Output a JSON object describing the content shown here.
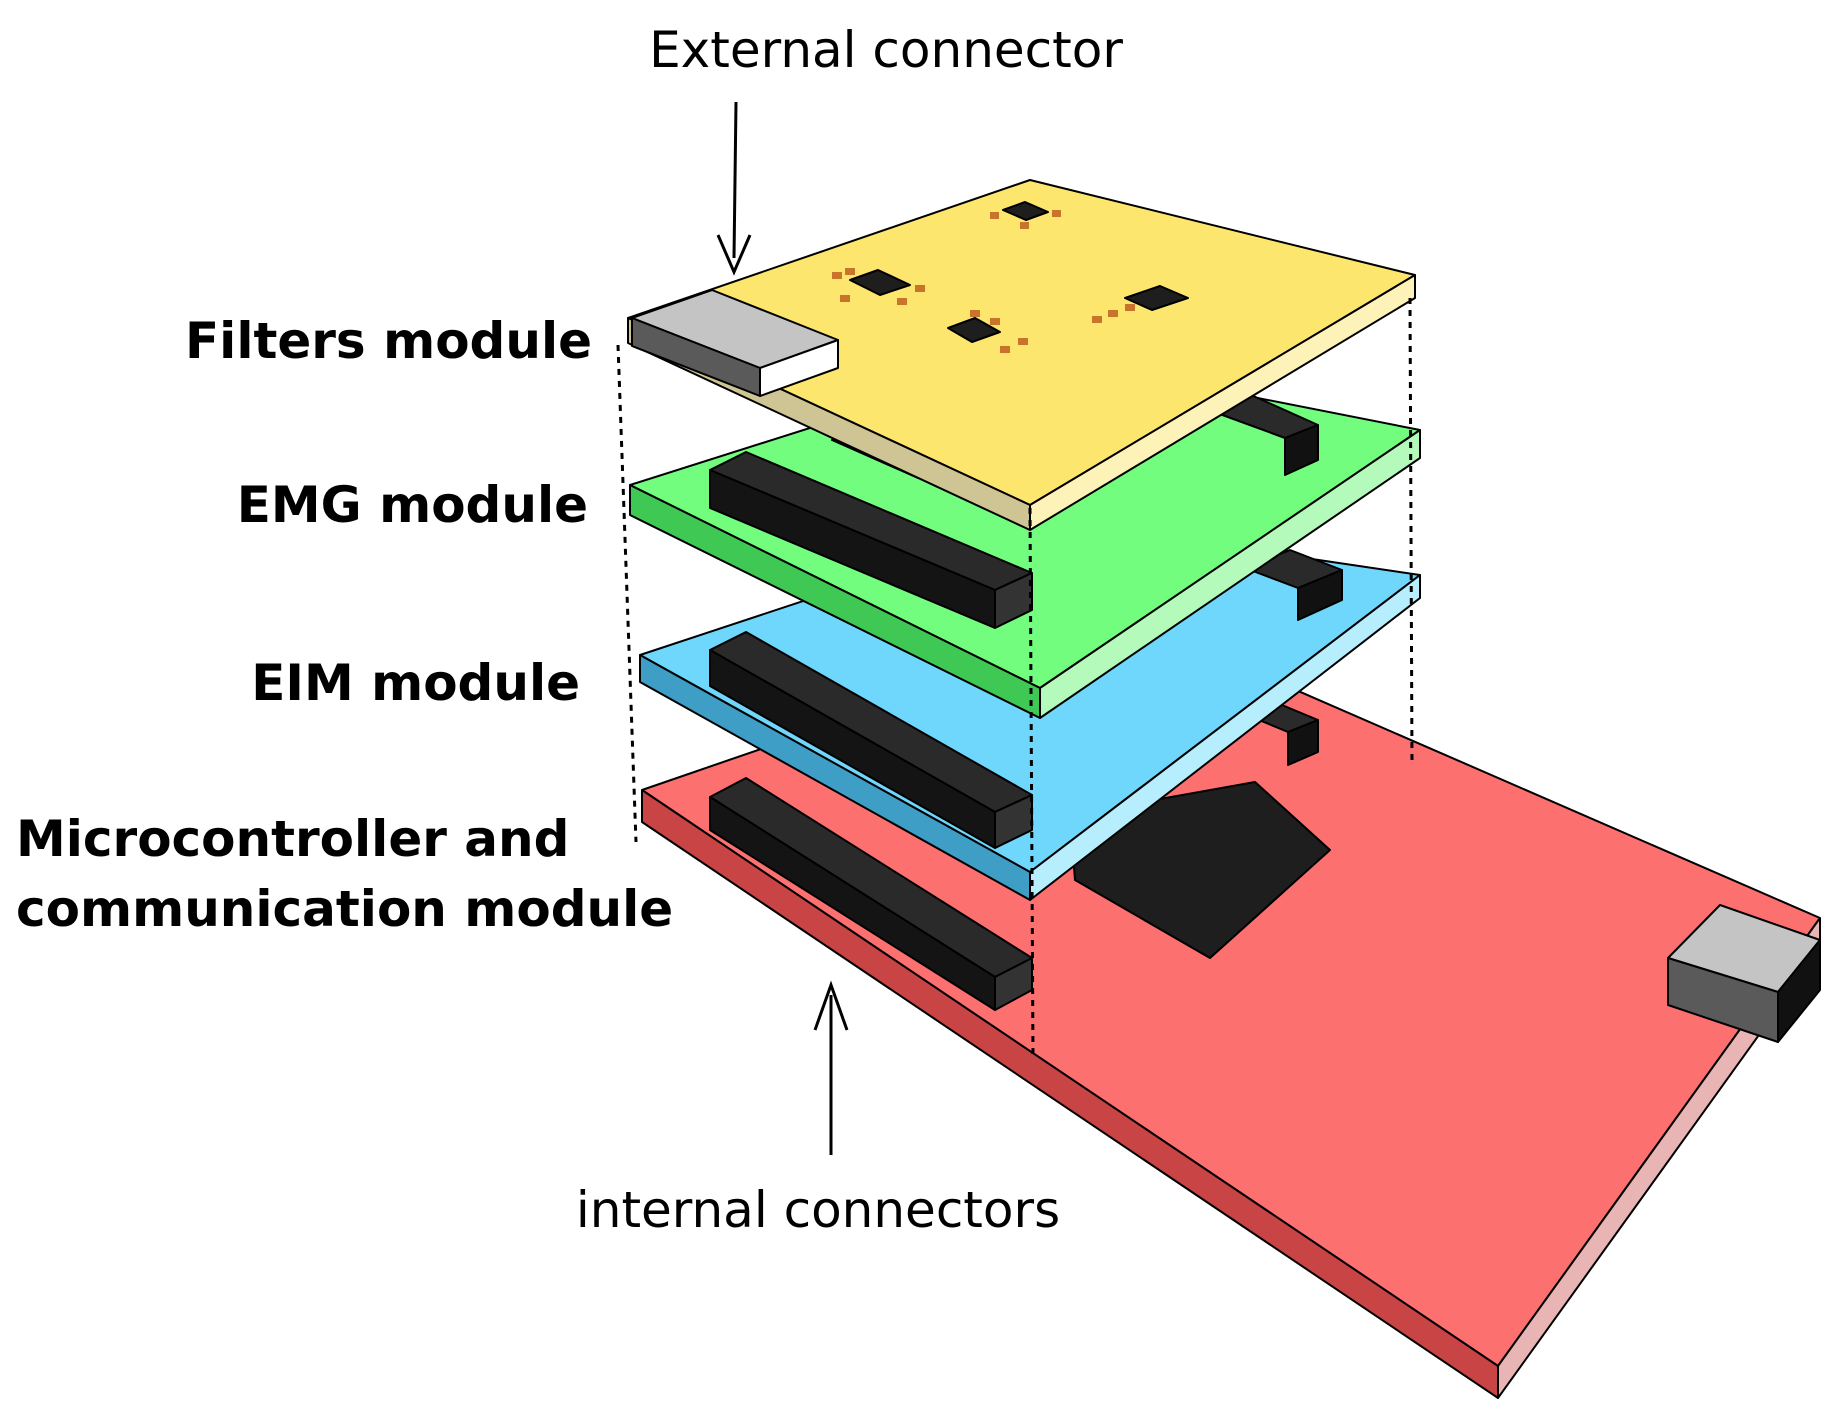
{
  "labels": {
    "external_connector": "External connector",
    "filters_module": "Filters module",
    "emg_module": "EMG module",
    "eim_module": "EIM module",
    "micro_line1": "Microcontroller and",
    "micro_line2": "communication module",
    "internal_connectors": "internal connectors"
  },
  "colors": {
    "filters_top": "#fde66e",
    "filters_side": "#cfc493",
    "filters_front": "#fdf3b8",
    "emg_top": "#72fd7e",
    "emg_side": "#3fc854",
    "emg_front": "#b4fbbb",
    "eim_top": "#6fd6fc",
    "eim_side": "#3e9ec6",
    "eim_front": "#b6eefd",
    "micro_top": "#fd7070",
    "micro_side": "#c94444",
    "micro_front": "#e8b4b4",
    "connector_top": "#2a2a2a",
    "connector_side": "#111111",
    "gray_connector_top": "#c4c4c4",
    "gray_connector_side": "#5a5a5a",
    "chip": "#1e1e1e",
    "smd": "#c8742a"
  }
}
